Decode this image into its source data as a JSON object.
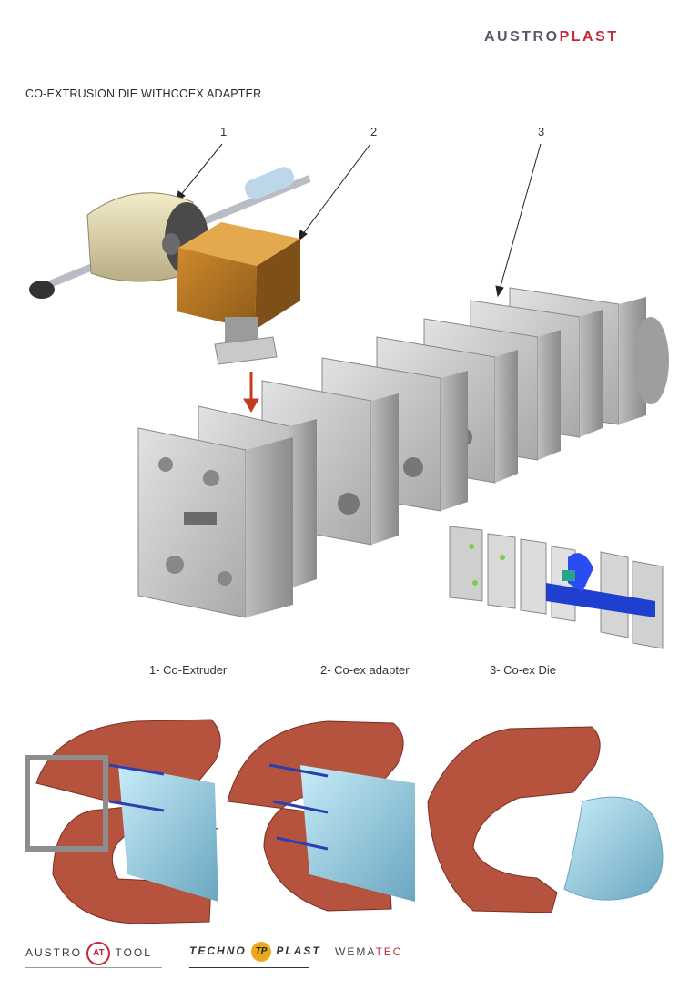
{
  "brand": {
    "part1": "AUSTRO",
    "part2": "PLAST"
  },
  "title": "CO-EXTRUSION DIE WITHCOEX ADAPTER",
  "callouts": [
    "1",
    "2",
    "3"
  ],
  "captions": [
    "1- Co-Extruder",
    "2- Co-ex adapter",
    "3- Co-ex Die"
  ],
  "footer": {
    "austrotool": {
      "left": "AUSTRO",
      "badge": "AT",
      "right": "TOOL"
    },
    "technoplast": {
      "left": "TECHNO",
      "badge": "TP",
      "right": "PLAST"
    },
    "wematec": {
      "left": "WEMA",
      "right": "TEC"
    }
  },
  "colors": {
    "brand_red": "#c4283a",
    "brand_gray": "#555a66",
    "profile_red": "#b5533f",
    "profile_blue": "#a8dbee"
  }
}
